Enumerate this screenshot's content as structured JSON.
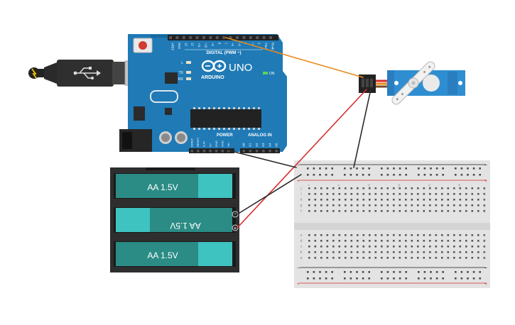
{
  "board": {
    "brand": "ARDUINO",
    "model": "UNO",
    "digital_label": "DIGITAL (PWM ~)",
    "power_label": "POWER",
    "analog_label": "ANALOG IN",
    "on_label": "ON",
    "led_l": "L",
    "led_tx": "TX",
    "led_rx": "RX",
    "digital_pins": [
      "AREF",
      "GND",
      "13",
      "12",
      "~11",
      "~10",
      "~9",
      "8",
      "7",
      "~6",
      "~5",
      "4",
      "~3",
      "2",
      "TX▸1",
      "RX◂0"
    ],
    "power_pins": [
      "IOREF",
      "RESET",
      "3.3V",
      "5V",
      "GND",
      "GND",
      "Vin"
    ],
    "analog_pins": [
      "A0",
      "A1",
      "A2",
      "A3",
      "A4",
      "A5"
    ]
  },
  "battery": {
    "cells": [
      "AA 1.5V",
      "AA 1.5V",
      "AA 1.5V"
    ],
    "minus_symbol": "−",
    "plus_symbol": "+"
  },
  "breadboard": {
    "top_rows": [
      "j",
      "i",
      "h",
      "g",
      "f"
    ],
    "bottom_rows": [
      "e",
      "d",
      "c",
      "b",
      "a"
    ],
    "rail_minus": "−",
    "rail_plus": "+",
    "column_count": 30
  },
  "wires": {
    "signal_color": "#e8891c",
    "power_color": "#d62c2c",
    "ground_color": "#2a2a2a"
  },
  "colors": {
    "board": "#1f7ab6",
    "board_dark": "#17689c",
    "battery_cell": "#2a8c85",
    "battery_cap": "#3fc3c1",
    "servo": "#2f8ed1"
  }
}
